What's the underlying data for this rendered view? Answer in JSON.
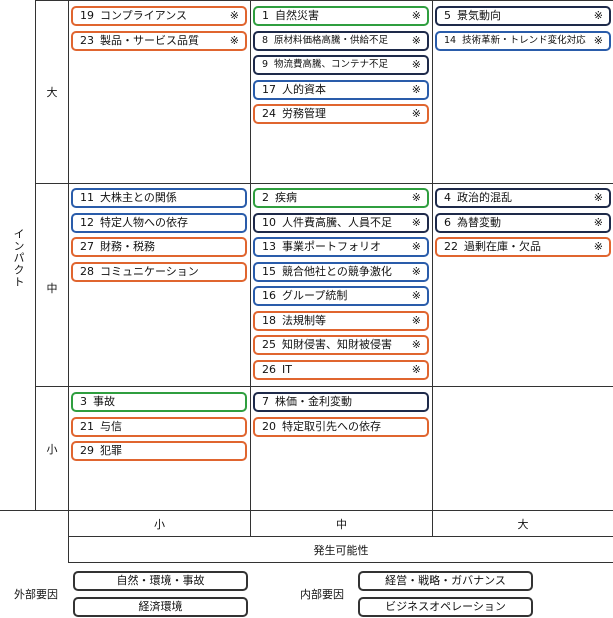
{
  "axes": {
    "y_title": "インパクト",
    "x_title": "発生可能性",
    "y_levels": [
      "大",
      "中",
      "小"
    ],
    "x_levels": [
      "小",
      "中",
      "大"
    ]
  },
  "colors": {
    "nature": "#2f9e3f",
    "economy": "#1e2a4a",
    "management": "#2a5caa",
    "business": "#e0652f"
  },
  "risks": [
    {
      "num": "19",
      "label": "コンプライアンス",
      "mark": "※",
      "cat": "business",
      "impact": "大",
      "likelihood": "小"
    },
    {
      "num": "23",
      "label": "製品・サービス品質",
      "mark": "※",
      "cat": "business",
      "impact": "大",
      "likelihood": "小"
    },
    {
      "num": "1",
      "label": "自然災害",
      "mark": "※",
      "cat": "nature",
      "impact": "大",
      "likelihood": "中"
    },
    {
      "num": "8",
      "label": "原材料価格高騰・供給不足",
      "mark": "※",
      "cat": "economy",
      "impact": "大",
      "likelihood": "中"
    },
    {
      "num": "9",
      "label": "物流費高騰、コンテナ不足",
      "mark": "※",
      "cat": "economy",
      "impact": "大",
      "likelihood": "中"
    },
    {
      "num": "17",
      "label": "人的資本",
      "mark": "※",
      "cat": "management",
      "impact": "大",
      "likelihood": "中"
    },
    {
      "num": "24",
      "label": "労務管理",
      "mark": "※",
      "cat": "business",
      "impact": "大",
      "likelihood": "中"
    },
    {
      "num": "5",
      "label": "景気動向",
      "mark": "※",
      "cat": "economy",
      "impact": "大",
      "likelihood": "大"
    },
    {
      "num": "14",
      "label": "技術革新・トレンド変化対応",
      "mark": "※",
      "cat": "management",
      "impact": "大",
      "likelihood": "大"
    },
    {
      "num": "11",
      "label": "大株主との関係",
      "mark": "",
      "cat": "management",
      "impact": "中",
      "likelihood": "小"
    },
    {
      "num": "12",
      "label": "特定人物への依存",
      "mark": "",
      "cat": "management",
      "impact": "中",
      "likelihood": "小"
    },
    {
      "num": "27",
      "label": "財務・税務",
      "mark": "",
      "cat": "business",
      "impact": "中",
      "likelihood": "小"
    },
    {
      "num": "28",
      "label": "コミュニケーション",
      "mark": "",
      "cat": "business",
      "impact": "中",
      "likelihood": "小"
    },
    {
      "num": "2",
      "label": "疾病",
      "mark": "※",
      "cat": "nature",
      "impact": "中",
      "likelihood": "中"
    },
    {
      "num": "10",
      "label": "人件費高騰、人員不足",
      "mark": "※",
      "cat": "economy",
      "impact": "中",
      "likelihood": "中"
    },
    {
      "num": "13",
      "label": "事業ポートフォリオ",
      "mark": "※",
      "cat": "management",
      "impact": "中",
      "likelihood": "中"
    },
    {
      "num": "15",
      "label": "競合他社との競争激化",
      "mark": "※",
      "cat": "management",
      "impact": "中",
      "likelihood": "中"
    },
    {
      "num": "16",
      "label": "グループ統制",
      "mark": "※",
      "cat": "management",
      "impact": "中",
      "likelihood": "中"
    },
    {
      "num": "18",
      "label": "法規制等",
      "mark": "※",
      "cat": "business",
      "impact": "中",
      "likelihood": "中"
    },
    {
      "num": "25",
      "label": "知財侵害、知財被侵害",
      "mark": "※",
      "cat": "business",
      "impact": "中",
      "likelihood": "中"
    },
    {
      "num": "26",
      "label": "IT",
      "mark": "※",
      "cat": "business",
      "impact": "中",
      "likelihood": "中"
    },
    {
      "num": "4",
      "label": "政治的混乱",
      "mark": "※",
      "cat": "economy",
      "impact": "中",
      "likelihood": "大"
    },
    {
      "num": "6",
      "label": "為替変動",
      "mark": "※",
      "cat": "economy",
      "impact": "中",
      "likelihood": "大"
    },
    {
      "num": "22",
      "label": "過剰在庫・欠品",
      "mark": "※",
      "cat": "business",
      "impact": "中",
      "likelihood": "大"
    },
    {
      "num": "3",
      "label": "事故",
      "mark": "",
      "cat": "nature",
      "impact": "小",
      "likelihood": "小"
    },
    {
      "num": "21",
      "label": "与信",
      "mark": "",
      "cat": "business",
      "impact": "小",
      "likelihood": "小"
    },
    {
      "num": "29",
      "label": "犯罪",
      "mark": "",
      "cat": "business",
      "impact": "小",
      "likelihood": "小"
    },
    {
      "num": "7",
      "label": "株価・金利変動",
      "mark": "",
      "cat": "economy",
      "impact": "小",
      "likelihood": "中"
    },
    {
      "num": "20",
      "label": "特定取引先への依存",
      "mark": "",
      "cat": "business",
      "impact": "小",
      "likelihood": "中"
    }
  ],
  "legend": {
    "external_label": "外部要因",
    "internal_label": "内部要因",
    "nature": "自然・環境・事故",
    "economy": "経済環境",
    "management": "経営・戦略・ガバナンス",
    "business": "ビジネスオペレーション"
  }
}
